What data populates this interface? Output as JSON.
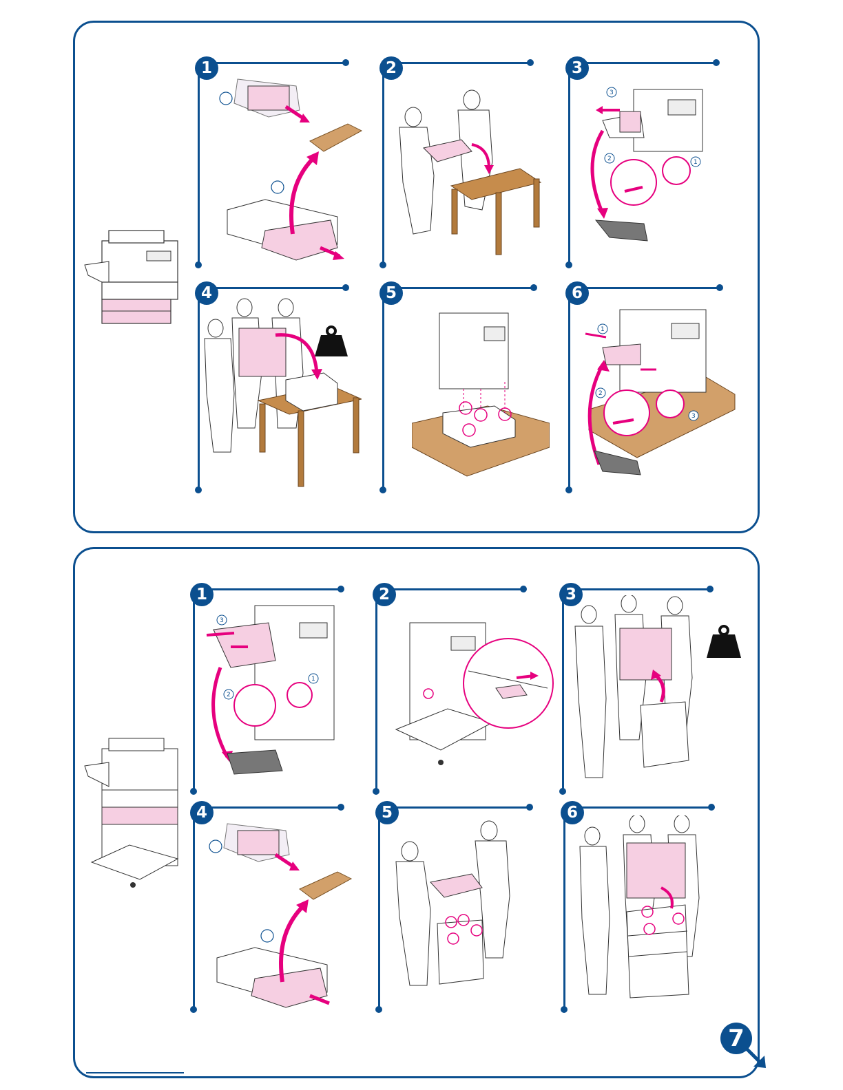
{
  "panels": [
    {
      "steps": [
        "1",
        "2",
        "3",
        "4",
        "5",
        "6"
      ],
      "callouts": [
        "1",
        "2",
        "3"
      ]
    },
    {
      "steps": [
        "1",
        "2",
        "3",
        "4",
        "5",
        "6"
      ],
      "callouts": [
        "1",
        "2",
        "3"
      ]
    }
  ],
  "next_step": "7",
  "colors": {
    "frame_blue": "#0b4f8f",
    "highlight_pink": "#e6007e",
    "part_pink": "#f6cfe2",
    "table_brown": "#b27a3c",
    "box_tan": "#d2a06a"
  },
  "icons": {
    "weight": "weight-icon",
    "next_arrow": "arrow-down-right-icon"
  }
}
